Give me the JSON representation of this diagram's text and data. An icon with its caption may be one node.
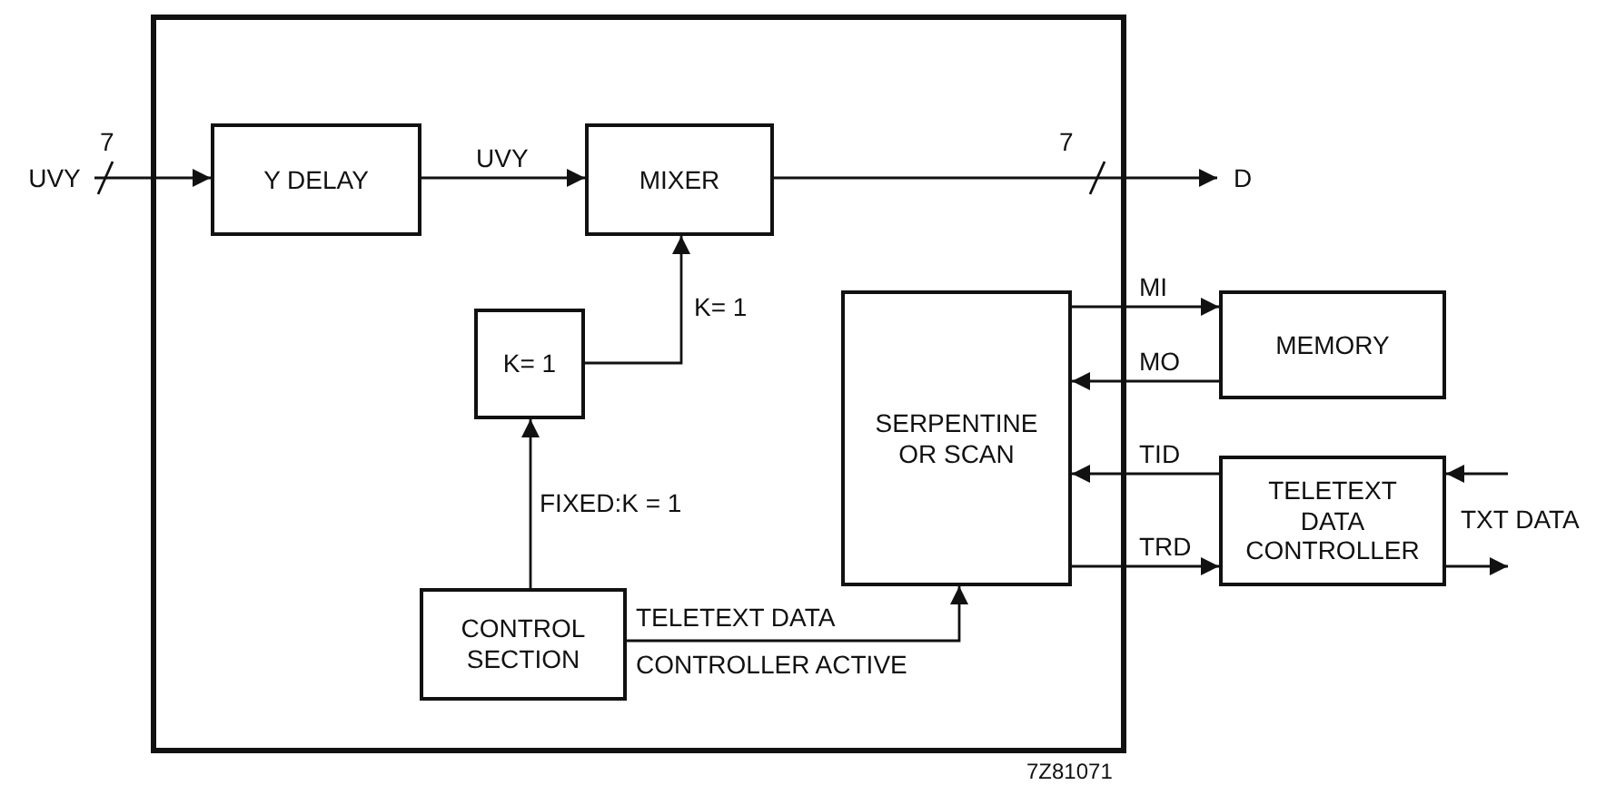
{
  "diagram": {
    "nodes": [
      {
        "text": [],
        "shape": "box"
      },
      {
        "text": [
          "UVY"
        ]
      },
      {
        "text": [
          "Y DELAY"
        ],
        "in": 0
      },
      {
        "text": [
          "MIXER"
        ],
        "in": 0
      },
      {
        "text": [
          "D"
        ]
      },
      {
        "text": [
          "K= 1"
        ],
        "in": 0
      },
      {
        "text": [
          "SERPENTINE OR SCAN"
        ],
        "in": 0
      },
      {
        "text": [
          "MEMORY"
        ]
      },
      {
        "text": [
          "CONTROL SECTION"
        ],
        "in": 0
      },
      {
        "text": [
          "TELETEXT DATA CONTROLLER"
        ],
        "beside": [
          "TXT DATA"
        ]
      }
    ],
    "edges": [
      {
        "from": 1,
        "to": 2,
        "arrow": "to",
        "label": "7"
      },
      {
        "from": 2,
        "to": 3,
        "arrow": "to",
        "label": "UVY"
      },
      {
        "from": 3,
        "to": 4,
        "arrow": "to",
        "label": "7"
      },
      {
        "from": 5,
        "to": 3,
        "arrow": "to",
        "label": "K= 1"
      },
      {
        "from": 8,
        "to": 5,
        "arrow": "to",
        "label": "FIXED:K = 1"
      },
      {
        "from": 8,
        "to": 6,
        "arrow": "to",
        "label": "TELETEXT DATA CONTROLLER ACTIVE"
      },
      {
        "from": 6,
        "to": 7,
        "arrow": "to",
        "label": "MI"
      },
      {
        "from": 7,
        "to": 6,
        "arrow": "to",
        "label": "MO"
      },
      {
        "from": 9,
        "to": 6,
        "arrow": "to",
        "label": "TID"
      },
      {
        "from": 6,
        "to": 9,
        "arrow": "to",
        "label": "TRD"
      },
      {
        "from": null,
        "to": 9,
        "arrow": "to"
      },
      {
        "from": 9,
        "to": null,
        "arrow": "to"
      }
    ],
    "labels": [
      "7Z81071"
    ]
  }
}
